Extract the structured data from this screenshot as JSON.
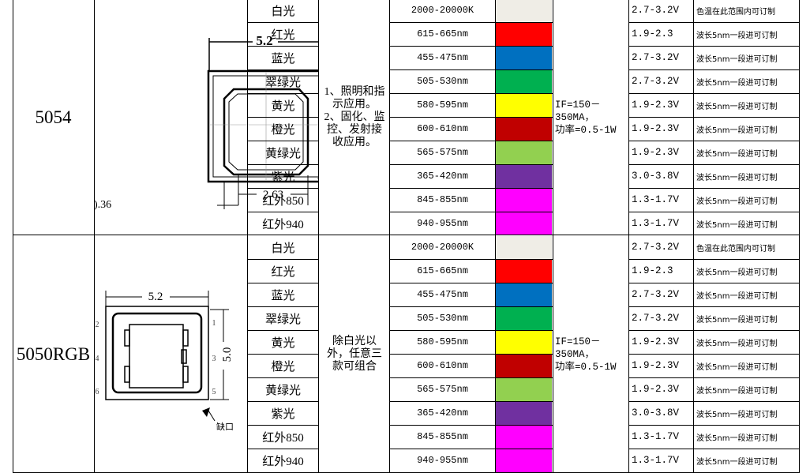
{
  "groups": [
    {
      "model": "5054",
      "application": "1、照明和指\n示应用。\n2、固化、监\n控、发射接\n收应用。",
      "parameters": "IF=150－\n350MA，\n功率=0.5-1W",
      "drawing": {
        "width_label": "5.2",
        "pad_label": "2.63",
        "edge_label": ").36"
      },
      "rows": [
        {
          "name": "白光",
          "range": "2000-20000K",
          "color": "#efede6",
          "voltage": "2.7-3.2V",
          "note": "色温在此范围内可订制"
        },
        {
          "name": "红光",
          "range": "615-665nm",
          "color": "#ff0000",
          "voltage": "1.9-2.3",
          "note": "波长5nm一段进可订制"
        },
        {
          "name": "蓝光",
          "range": "455-475nm",
          "color": "#0070c0",
          "voltage": "2.7-3.2V",
          "note": "波长5nm一段进可订制"
        },
        {
          "name": "翠绿光",
          "range": "505-530nm",
          "color": "#00b050",
          "voltage": "2.7-3.2V",
          "note": "波长5nm一段进可订制"
        },
        {
          "name": "黄光",
          "range": "580-595nm",
          "color": "#ffff00",
          "voltage": "1.9-2.3V",
          "note": "波长5nm一段进可订制"
        },
        {
          "name": "橙光",
          "range": "600-610nm",
          "color": "#c00000",
          "voltage": "1.9-2.3V",
          "note": "波长5nm一段进可订制"
        },
        {
          "name": "黄绿光",
          "range": "565-575nm",
          "color": "#92d050",
          "voltage": "1.9-2.3V",
          "note": "波长5nm一段进可订制"
        },
        {
          "name": "紫光",
          "range": "365-420nm",
          "color": "#7030a0",
          "voltage": "3.0-3.8V",
          "note": "波长5nm一段进可订制"
        },
        {
          "name": "红外850",
          "range": "845-855nm",
          "color": "#ff00ff",
          "voltage": "1.3-1.7V",
          "note": "波长5nm一段进可订制"
        },
        {
          "name": "红外940",
          "range": "940-955nm",
          "color": "#ff00ff",
          "voltage": "1.3-1.7V",
          "note": "波长5nm一段进可订制"
        }
      ]
    },
    {
      "model": "5050RGB",
      "application": "除白光以\n外，任意三\n款可组合",
      "parameters": "IF=150－\n350MA，\n功率=0.5-1W",
      "drawing": {
        "width_label": "5.2",
        "height_label": "5.0",
        "pins": [
          "1",
          "2",
          "3",
          "4",
          "5",
          "6"
        ],
        "notch_label": "缺口"
      },
      "rows": [
        {
          "name": "白光",
          "range": "2000-20000K",
          "color": "#efede6",
          "voltage": "2.7-3.2V",
          "note": "色温在此范围内可订制"
        },
        {
          "name": "红光",
          "range": "615-665nm",
          "color": "#ff0000",
          "voltage": "1.9-2.3",
          "note": "波长5nm一段进可订制"
        },
        {
          "name": "蓝光",
          "range": "455-475nm",
          "color": "#0070c0",
          "voltage": "2.7-3.2V",
          "note": "波长5nm一段进可订制"
        },
        {
          "name": "翠绿光",
          "range": "505-530nm",
          "color": "#00b050",
          "voltage": "2.7-3.2V",
          "note": "波长5nm一段进可订制"
        },
        {
          "name": "黄光",
          "range": "580-595nm",
          "color": "#ffff00",
          "voltage": "1.9-2.3V",
          "note": "波长5nm一段进可订制"
        },
        {
          "name": "橙光",
          "range": "600-610nm",
          "color": "#c00000",
          "voltage": "1.9-2.3V",
          "note": "波长5nm一段进可订制"
        },
        {
          "name": "黄绿光",
          "range": "565-575nm",
          "color": "#92d050",
          "voltage": "1.9-2.3V",
          "note": "波长5nm一段进可订制"
        },
        {
          "name": "紫光",
          "range": "365-420nm",
          "color": "#7030a0",
          "voltage": "3.0-3.8V",
          "note": "波长5nm一段进可订制"
        },
        {
          "name": "红外850",
          "range": "845-855nm",
          "color": "#ff00ff",
          "voltage": "1.3-1.7V",
          "note": "波长5nm一段进可订制"
        },
        {
          "name": "红外940",
          "range": "940-955nm",
          "color": "#ff00ff",
          "voltage": "1.3-1.7V",
          "note": "波长5nm一段进可订制"
        }
      ]
    }
  ]
}
